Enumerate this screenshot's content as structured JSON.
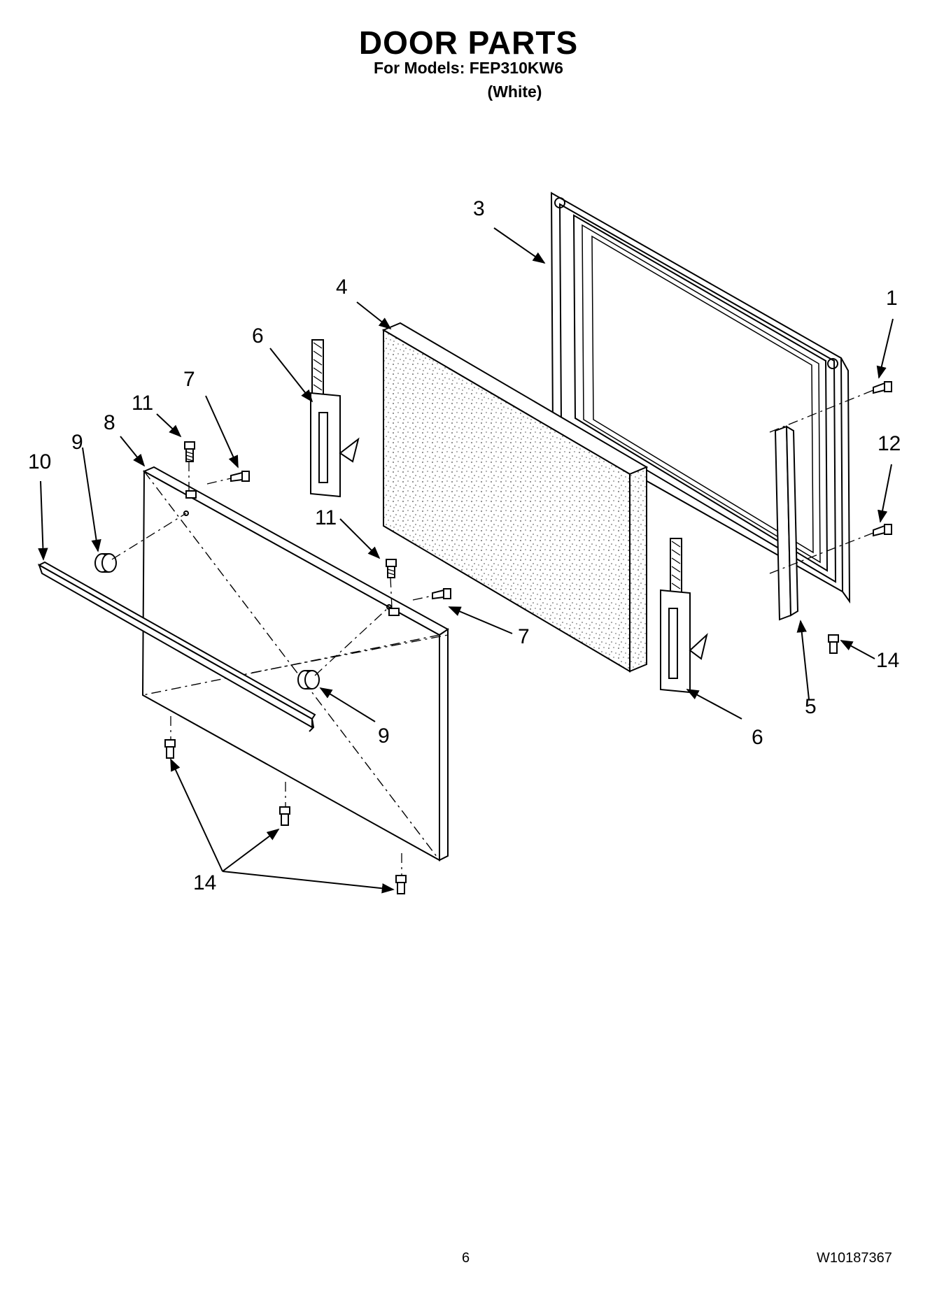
{
  "header": {
    "title": "DOOR PARTS",
    "models_line": "For Models: FEP310KW6",
    "color_line": "(White)"
  },
  "callouts": {
    "c1": "1",
    "c3": "3",
    "c4": "4",
    "c5": "5",
    "c6a": "6",
    "c6b": "6",
    "c7a": "7",
    "c7b": "7",
    "c8": "8",
    "c9a": "9",
    "c9b": "9",
    "c10": "10",
    "c11a": "11",
    "c11b": "11",
    "c12": "12",
    "c14a": "14",
    "c14b": "14"
  },
  "footer": {
    "page_number": "6",
    "document_number": "W10187367"
  }
}
